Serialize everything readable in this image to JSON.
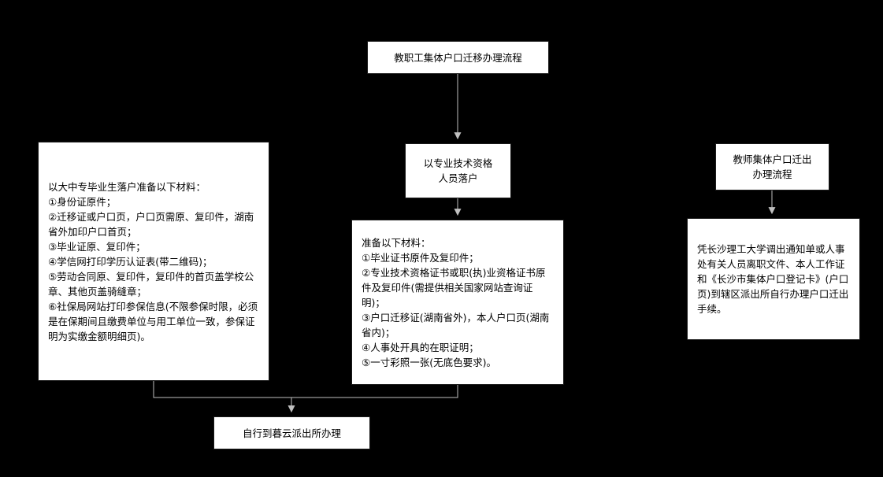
{
  "colors": {
    "background": "#000000",
    "box_background": "#ffffff",
    "box_text": "#000000",
    "connector": "#c0c0c0"
  },
  "nodes": {
    "top": {
      "title": "教职工集体户口迁移办理流程"
    },
    "left": {
      "title": "以大中专毕业生落户准备以下材料：",
      "items": [
        "①身份证原件；",
        "②迁移证或户口页，户口页需原、复印件，湖南省外加印户口首页；",
        "③毕业证原、复印件；",
        "④学信网打印学历认证表(带二维码)；",
        "⑤劳动合同原、复印件，复印件的首页盖学校公章、其他页盖骑缝章；",
        "⑥社保局网站打印参保信息(不限参保时限，必须是在保期间且缴费单位与用工单位一致，参保证明为实缴金额明细页)。"
      ]
    },
    "mid": {
      "line1": "以专业技术资格",
      "line2": "人员落户"
    },
    "right": {
      "line1": "教师集体户口迁出",
      "line2": "办理流程"
    },
    "mid_lower": {
      "title": "准备以下材料：",
      "items": [
        "①毕业证书原件及复印件；",
        "②专业技术资格证书或职(执)业资格证书原件及复印件(需提供相关国家网站查询证明)；",
        "③户口迁移证(湖南省外)，本人户口页(湖南省内)；",
        "④人事处开具的在职证明；",
        "⑤一寸彩照一张(无底色要求)。"
      ]
    },
    "right_lower": {
      "text": "凭长沙理工大学调出通知单或人事处有关人员离职文件、本人工作证和《长沙市集体户口登记卡》(户口页)到辖区派出所自行办理户口迁出手续。"
    },
    "bottom": {
      "title": "自行到暮云派出所办理"
    }
  }
}
